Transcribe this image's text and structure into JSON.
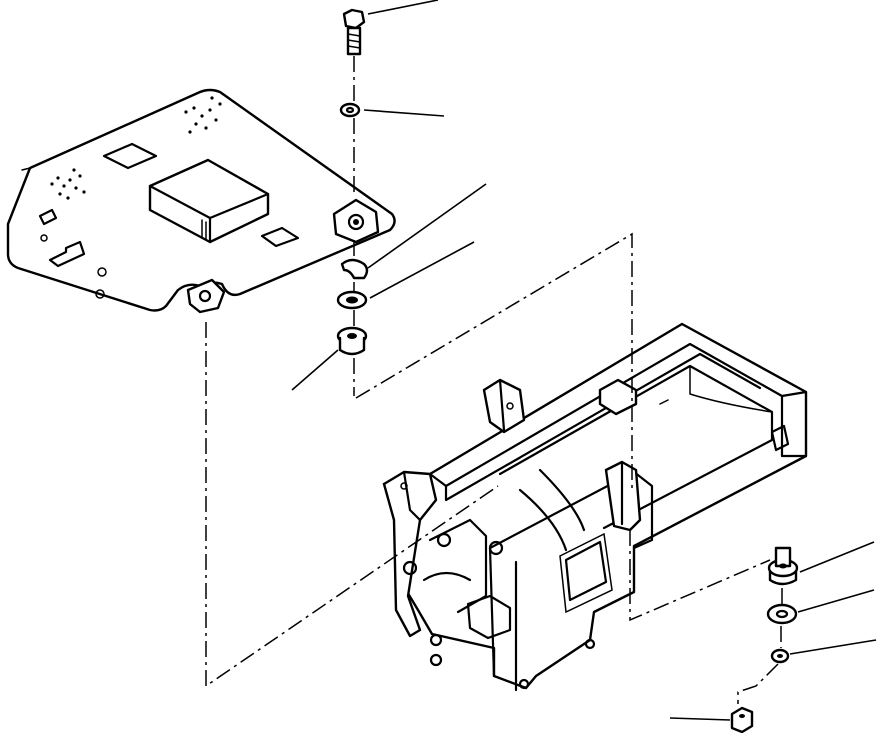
{
  "diagram": {
    "kind": "exploded-parts-drawing",
    "parts": [
      "bolt",
      "washer-top",
      "mounting-plate",
      "control-box",
      "clip",
      "washer-mid",
      "rubber-mount-upper",
      "frame-bracket",
      "rubber-mount-lower",
      "washer-lower",
      "washer-small",
      "nut"
    ],
    "colors": {
      "line": "#000000",
      "background": "#ffffff"
    }
  }
}
